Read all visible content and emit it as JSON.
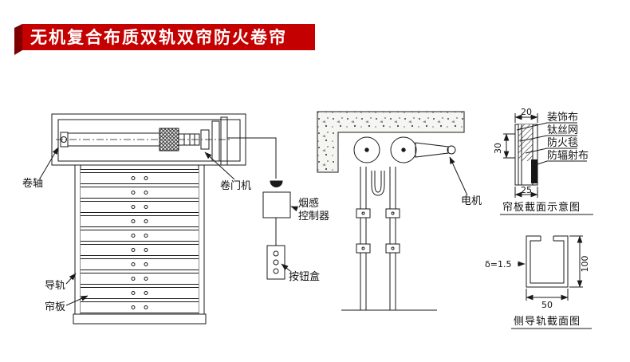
{
  "banner": {
    "title": "无机复合布质双轨双帘防火卷帘"
  },
  "front_view": {
    "roll_shaft_label": "卷轴",
    "operator_label": "卷门机",
    "guide_rail_label": "导轨",
    "slat_label": "帘板"
  },
  "controls": {
    "smoke_label_line1": "烟感",
    "smoke_label_line2": "控制器",
    "button_box_label": "按钮盒"
  },
  "side_view": {
    "motor_label": "电机"
  },
  "slat_section": {
    "layer_labels": [
      "装饰布",
      "钛丝网",
      "防火毯",
      "防辐射布"
    ],
    "dim_top": "20",
    "dim_left": "30",
    "dim_bottom": "25",
    "caption": "帘板截面示意图"
  },
  "rail_section": {
    "dim_thickness": "δ=1.5",
    "dim_height": "100",
    "dim_width": "50",
    "caption": "侧导轨截面图"
  },
  "colors": {
    "banner_red": "#c40000",
    "banner_fold": "#7e0000",
    "line": "#1a1a1a"
  }
}
